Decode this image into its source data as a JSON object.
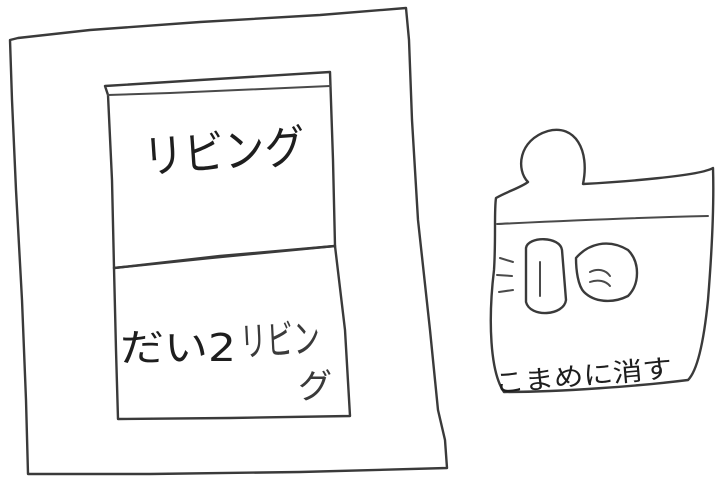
{
  "plan": {
    "room_top_label": "リビング",
    "room_bottom_label_prefix": "だい2",
    "room_bottom_label_main": "リビン",
    "room_bottom_label_tail": "グ"
  },
  "switch": {
    "caption": "こまめに消す"
  }
}
